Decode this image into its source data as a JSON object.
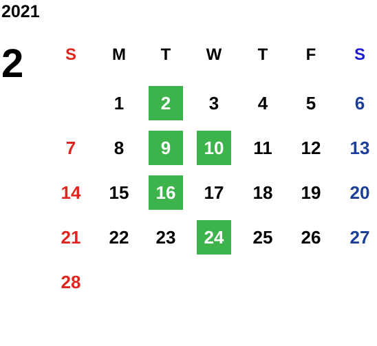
{
  "calendar": {
    "year": "2021",
    "month": "2",
    "weekdays": [
      "S",
      "M",
      "T",
      "W",
      "T",
      "F",
      "S"
    ],
    "highlight_color": "#3cb44b",
    "sunday_color": "#e0241f",
    "saturday_color": "#1b3f98",
    "saturday_header_color": "#1d1ad8",
    "weeks": [
      [
        "",
        "1",
        "2",
        "3",
        "4",
        "5",
        "6"
      ],
      [
        "7",
        "8",
        "9",
        "10",
        "11",
        "12",
        "13"
      ],
      [
        "14",
        "15",
        "16",
        "17",
        "18",
        "19",
        "20"
      ],
      [
        "21",
        "22",
        "23",
        "24",
        "25",
        "26",
        "27"
      ],
      [
        "28",
        "",
        "",
        "",
        "",
        "",
        ""
      ]
    ],
    "highlighted_days": [
      "2",
      "9",
      "10",
      "16",
      "24"
    ]
  }
}
